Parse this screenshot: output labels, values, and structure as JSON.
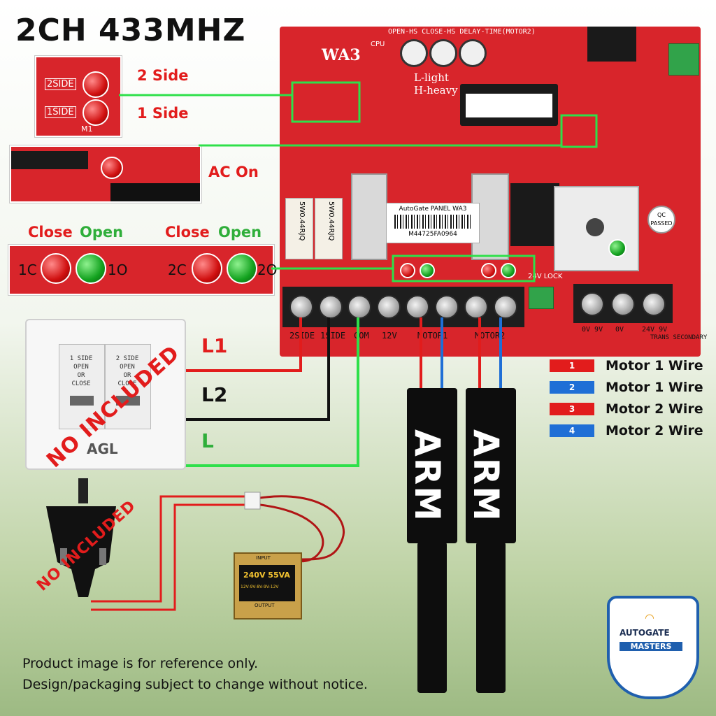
{
  "title": "2CH 433MHZ",
  "board": {
    "model": "WA3",
    "header_text": "OPEN-HS CLOSE-HS DELAY-TIME(MOTOR2)",
    "light_heavy": [
      "L-light",
      "H-heavy"
    ],
    "sticker_title": "AutoGate PANEL WA3",
    "sticker_serial": "M44725FA0964",
    "resistor_text": "5W0.44RJQ",
    "qc_label": "QC PASSED",
    "cpu_label": "CPU",
    "lock_label": "24V LOCK",
    "terminal_labels": [
      "2SIDE",
      "1SIDE",
      "COM",
      "12V",
      "MOTOR1",
      "MOTOR2"
    ],
    "secondary_labels": [
      "0V 9V",
      "0V",
      "24V 9V",
      "TRANS SECONDARY"
    ],
    "led_labels": [
      "1C",
      "1O",
      "2C",
      "2O"
    ]
  },
  "callouts": {
    "two_side": "2 Side",
    "one_side": "1 Side",
    "ac_on": "AC On",
    "close1": "Close",
    "open1": "Open",
    "close2": "Close",
    "open2": "Open",
    "inset_side_labels": [
      "2SIDE",
      "1SIDE",
      "M1"
    ],
    "inset_led_labels": [
      "1C",
      "1O",
      "2C",
      "2O"
    ]
  },
  "wires": {
    "l1": "L1",
    "l2": "L2",
    "l": "L",
    "color_red": "#e21c1c",
    "color_black": "#111111",
    "color_green": "#2ee04a",
    "color_blue": "#1f6fd6"
  },
  "switch": {
    "left_text": [
      "1 SIDE",
      "OPEN",
      "OR",
      "CLOSE"
    ],
    "right_text": [
      "2 SIDE",
      "OPEN",
      "OR",
      "CLOSE"
    ],
    "brand": "AGL"
  },
  "not_included": [
    "NO INCLUDED",
    "NO INCLUDED"
  ],
  "transformer": {
    "input": "INPUT",
    "rating": "240V 55VA",
    "taps": "12V-9V-8V-9V-12V",
    "output": "OUTPUT"
  },
  "legend": [
    {
      "num": "1",
      "label": "Motor 1 Wire",
      "color": "#e21c1c"
    },
    {
      "num": "2",
      "label": "Motor 1 Wire",
      "color": "#1f6fd6"
    },
    {
      "num": "3",
      "label": "Motor 2 Wire",
      "color": "#e21c1c"
    },
    {
      "num": "4",
      "label": "Motor 2 Wire",
      "color": "#1f6fd6"
    }
  ],
  "arms": [
    "ARM",
    "ARM"
  ],
  "footnote": [
    "Product image is for reference only.",
    "Design/packaging subject to change without notice."
  ],
  "logo": {
    "top": "AUTOGATE",
    "bottom": "MASTERS"
  }
}
